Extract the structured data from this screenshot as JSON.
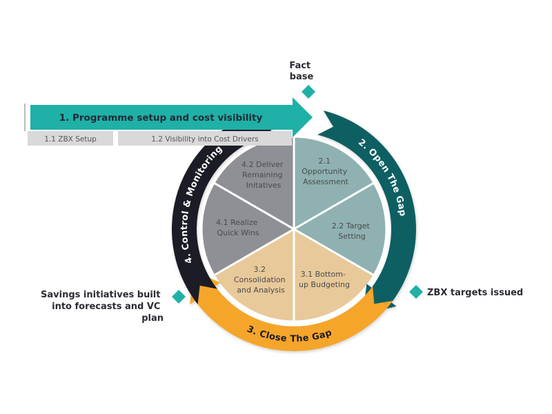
{
  "diagram": {
    "colors": {
      "programme_arrow": "#1fb0a8",
      "open_gap_ring": "#0f5f62",
      "close_gap_ring": "#f5a52c",
      "control_ring": "#1c1c26",
      "open_gap_segments": "#8fb1b1",
      "close_gap_segments": "#e8c99a",
      "control_segments": "#8f9096",
      "sub_bar": "#d9d9d9",
      "milestone_diamond": "#1fb0a8"
    },
    "programme": {
      "title": "1. Programme  setup and cost visibility",
      "steps": [
        "1.1 ZBX Setup",
        "1.2 Visibility into Cost Drivers"
      ]
    },
    "phases": [
      {
        "label": "2. Open The Gap"
      },
      {
        "label": "3. Close The Gap"
      },
      {
        "label": "4. Control & Monitoring"
      }
    ],
    "segments": [
      {
        "lines": [
          "2.1",
          "Opportunity",
          "Assessment"
        ]
      },
      {
        "lines": [
          "2.2 Target",
          "Setting"
        ]
      },
      {
        "lines": [
          "3.1 Bottom-",
          "up Budgeting"
        ]
      },
      {
        "lines": [
          "3.2",
          "Consolidation",
          "and Analysis"
        ]
      },
      {
        "lines": [
          "4.1 Realize",
          "Quick Wins"
        ]
      },
      {
        "lines": [
          "4.2 Deliver",
          "Remaining",
          "Initatives"
        ]
      }
    ],
    "milestones": {
      "fact_base": [
        "Fact",
        "base"
      ],
      "zbx_targets": "ZBX targets issued",
      "savings": [
        "Savings initiatives built",
        "into forecasts and VC",
        "plan"
      ]
    }
  }
}
